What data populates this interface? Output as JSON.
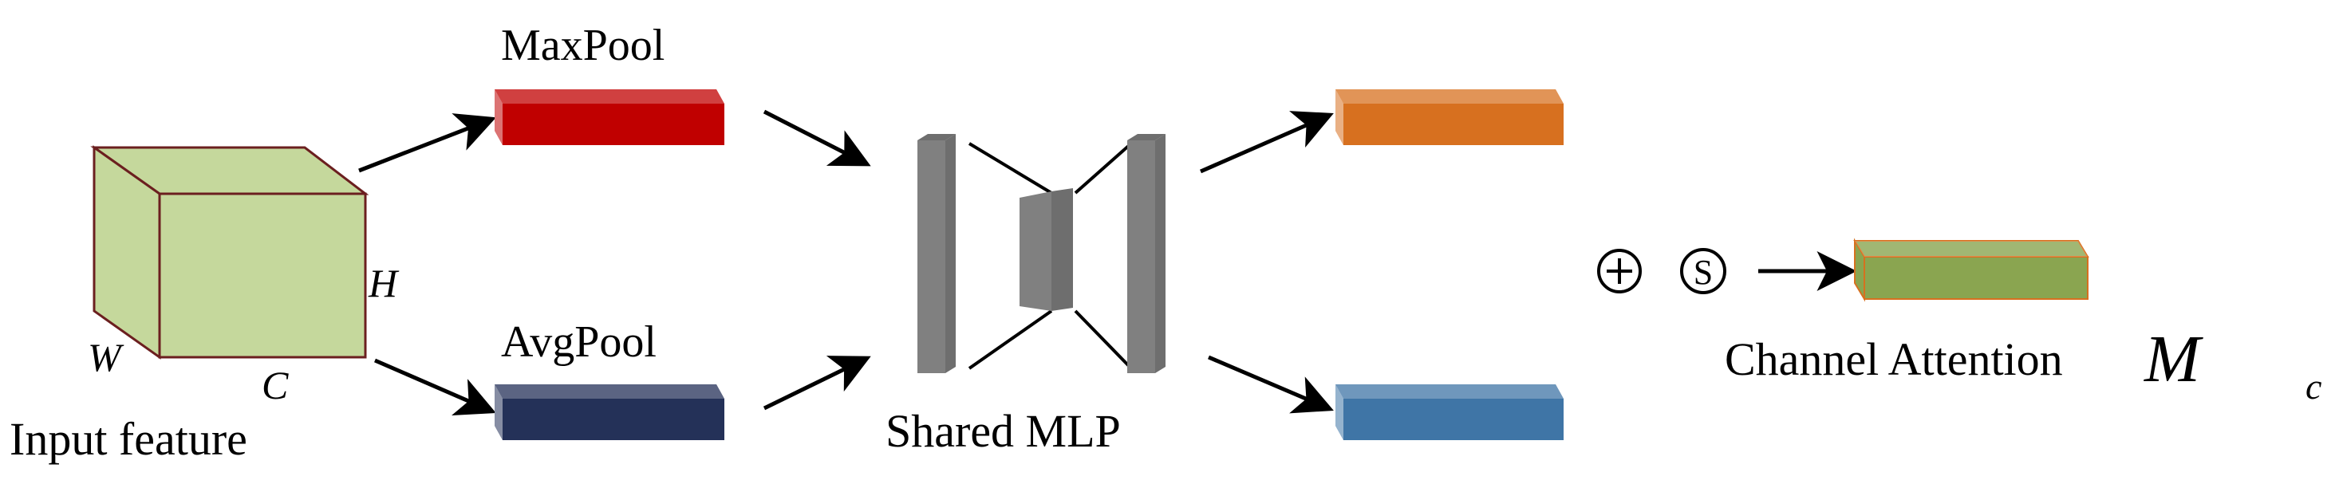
{
  "input_feature": {
    "label": "Input feature",
    "dim_w": "W",
    "dim_h": "H",
    "dim_c": "C",
    "face_color": "#c5d89c",
    "edge_color": "#6b1f1f"
  },
  "maxpool": {
    "label": "MaxPool",
    "color": "#c00000"
  },
  "avgpool": {
    "label": "AvgPool",
    "color": "#243158"
  },
  "mlp": {
    "label": "Shared MLP",
    "color": "#808080"
  },
  "out_max": {
    "color": "#d7701f"
  },
  "out_avg": {
    "color": "#3f75a6"
  },
  "ops": {
    "add": "+",
    "sigmoid": "S"
  },
  "channel_attention": {
    "label": "Channel Attention",
    "symbol": "M",
    "subscript": "c",
    "color": "#8aa550",
    "edge_color": "#d7701f"
  }
}
